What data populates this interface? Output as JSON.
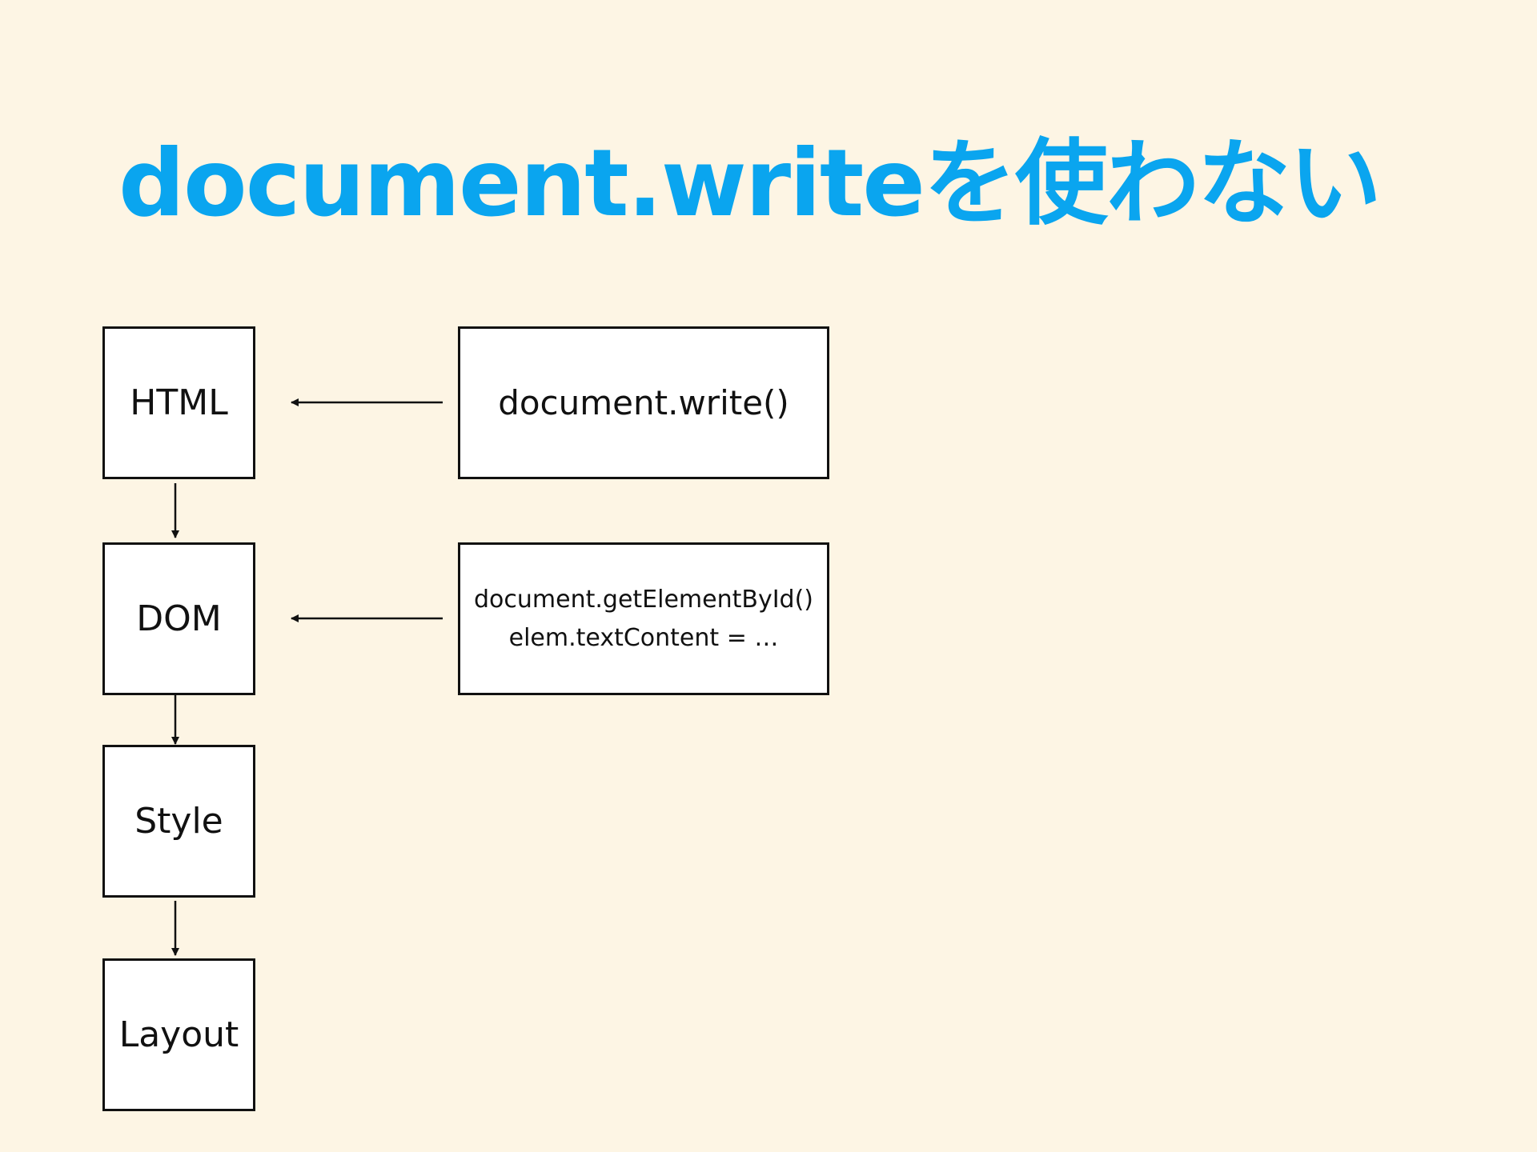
{
  "slide": {
    "title": "document.writeを使わない"
  },
  "pipeline": {
    "stages": [
      "HTML",
      "DOM",
      "Style",
      "Layout"
    ]
  },
  "apis": {
    "write": {
      "line1": "document.write()"
    },
    "dom": {
      "line1": "document.getElementById()",
      "line2": "elem.textContent = …"
    }
  },
  "colors": {
    "background": "#fdf5e4",
    "title": "#0aa5ef",
    "box_border": "#111111",
    "box_fill": "#ffffff"
  }
}
